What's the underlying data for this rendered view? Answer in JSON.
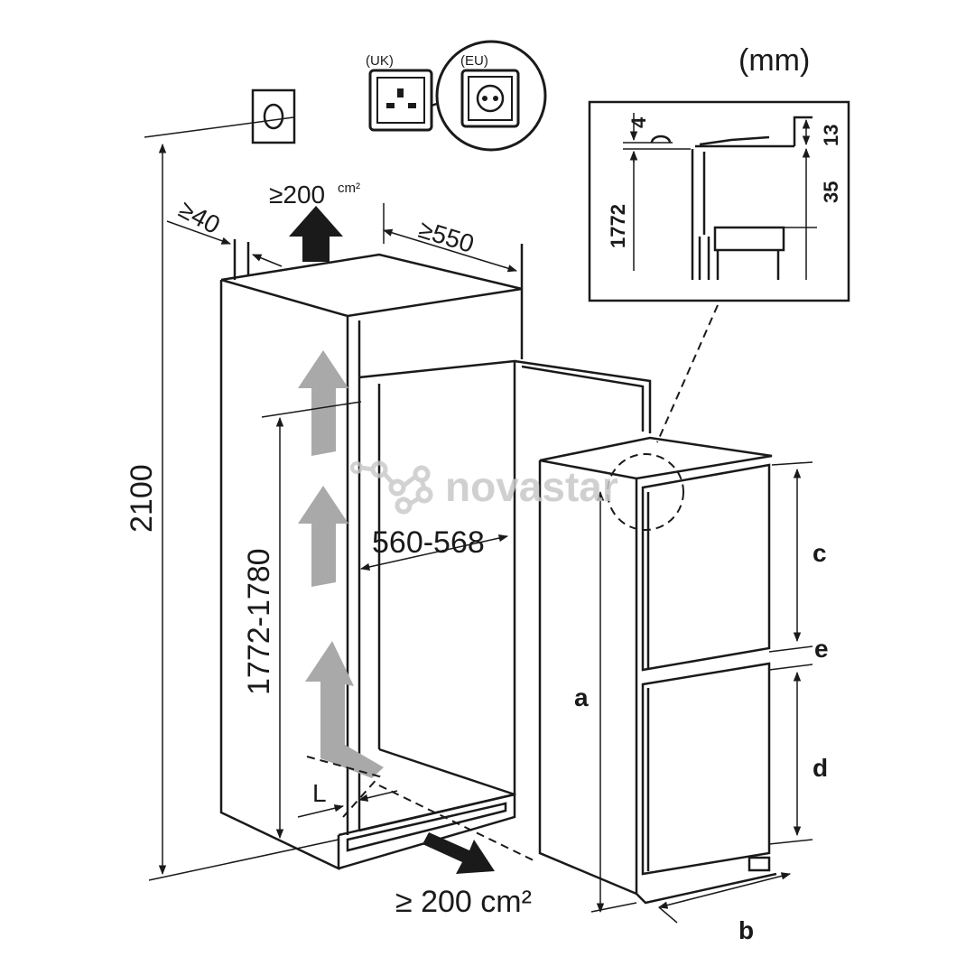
{
  "units": "(mm)",
  "sockets": {
    "uk": "(UK)",
    "eu": "(EU)"
  },
  "niche": {
    "top_vent": "≥200",
    "top_vent_unit": "cm²",
    "rear_gap": "≥40",
    "depth": "≥550",
    "total_height": "2100",
    "niche_height": "1772-1780",
    "niche_width": "560-568",
    "plinth_label": "L",
    "bottom_vent": "≥ 200 cm²"
  },
  "appliance": {
    "a": "a",
    "b": "b",
    "c": "c",
    "d": "d",
    "e": "e"
  },
  "detail": {
    "d4": "4",
    "d13": "13",
    "d35": "35",
    "d1772": "1772"
  },
  "watermark": "novastar",
  "colors": {
    "line": "#1a1a1a",
    "airflow": "#a9a9a9",
    "watermark": "#c8c8c8"
  }
}
